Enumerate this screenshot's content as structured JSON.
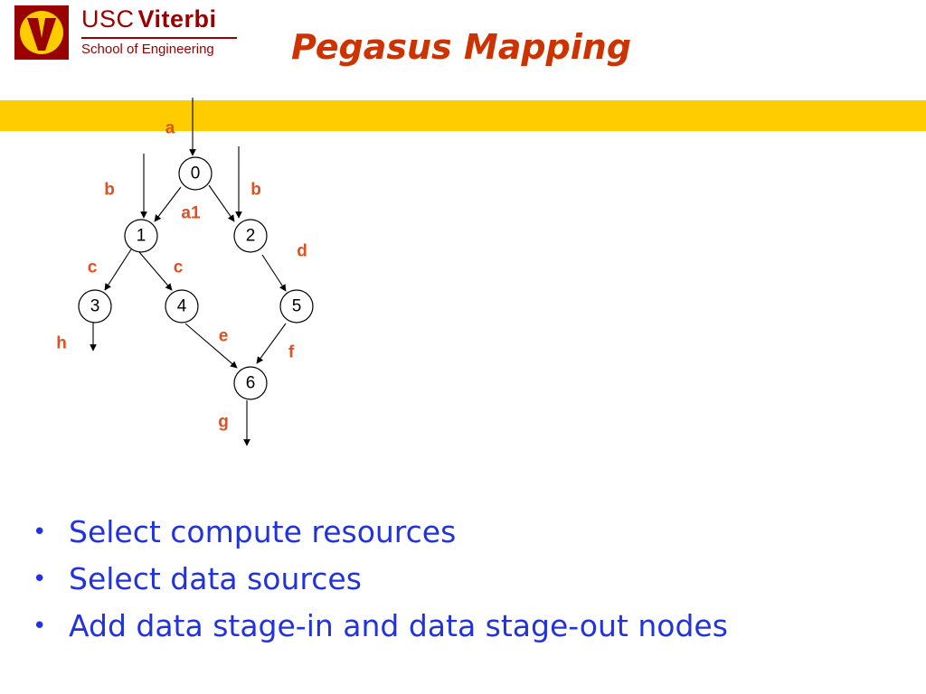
{
  "header": {
    "logo_usc": "USC",
    "logo_viterbi": "Viterbi",
    "logo_subtitle": "School of Engineering",
    "title": "Pegasus Mapping"
  },
  "colors": {
    "title": "#cc3300",
    "bar": "#ffcc00",
    "edge_label": "#e05020",
    "bullet_text": "#2233dd",
    "logo": "#990000"
  },
  "diagram": {
    "nodes": [
      {
        "id": "n0",
        "label": "0"
      },
      {
        "id": "n1",
        "label": "1"
      },
      {
        "id": "n2",
        "label": "2"
      },
      {
        "id": "n3",
        "label": "3"
      },
      {
        "id": "n4",
        "label": "4"
      },
      {
        "id": "n5",
        "label": "5"
      },
      {
        "id": "n6",
        "label": "6"
      }
    ],
    "edges": [
      {
        "from": "in",
        "to": "0",
        "label": "a"
      },
      {
        "from": "in",
        "to": "1",
        "label": "b"
      },
      {
        "from": "in",
        "to": "2",
        "label": "b"
      },
      {
        "from": "0",
        "to": "1",
        "label": ""
      },
      {
        "from": "0",
        "to": "2",
        "label": "a1"
      },
      {
        "from": "1",
        "to": "3",
        "label": "c"
      },
      {
        "from": "1",
        "to": "4",
        "label": "c"
      },
      {
        "from": "2",
        "to": "5",
        "label": "d"
      },
      {
        "from": "4",
        "to": "6",
        "label": "e"
      },
      {
        "from": "5",
        "to": "6",
        "label": "f"
      },
      {
        "from": "3",
        "to": "out",
        "label": "h"
      },
      {
        "from": "6",
        "to": "out",
        "label": "g"
      }
    ],
    "edge_labels": [
      "a",
      "b",
      "b",
      "a1",
      "c",
      "c",
      "d",
      "e",
      "f",
      "h",
      "g"
    ]
  },
  "bullets": [
    "Select compute resources",
    "Select data sources",
    "Add data stage-in and data stage-out nodes"
  ],
  "bullet_glyph": "•"
}
